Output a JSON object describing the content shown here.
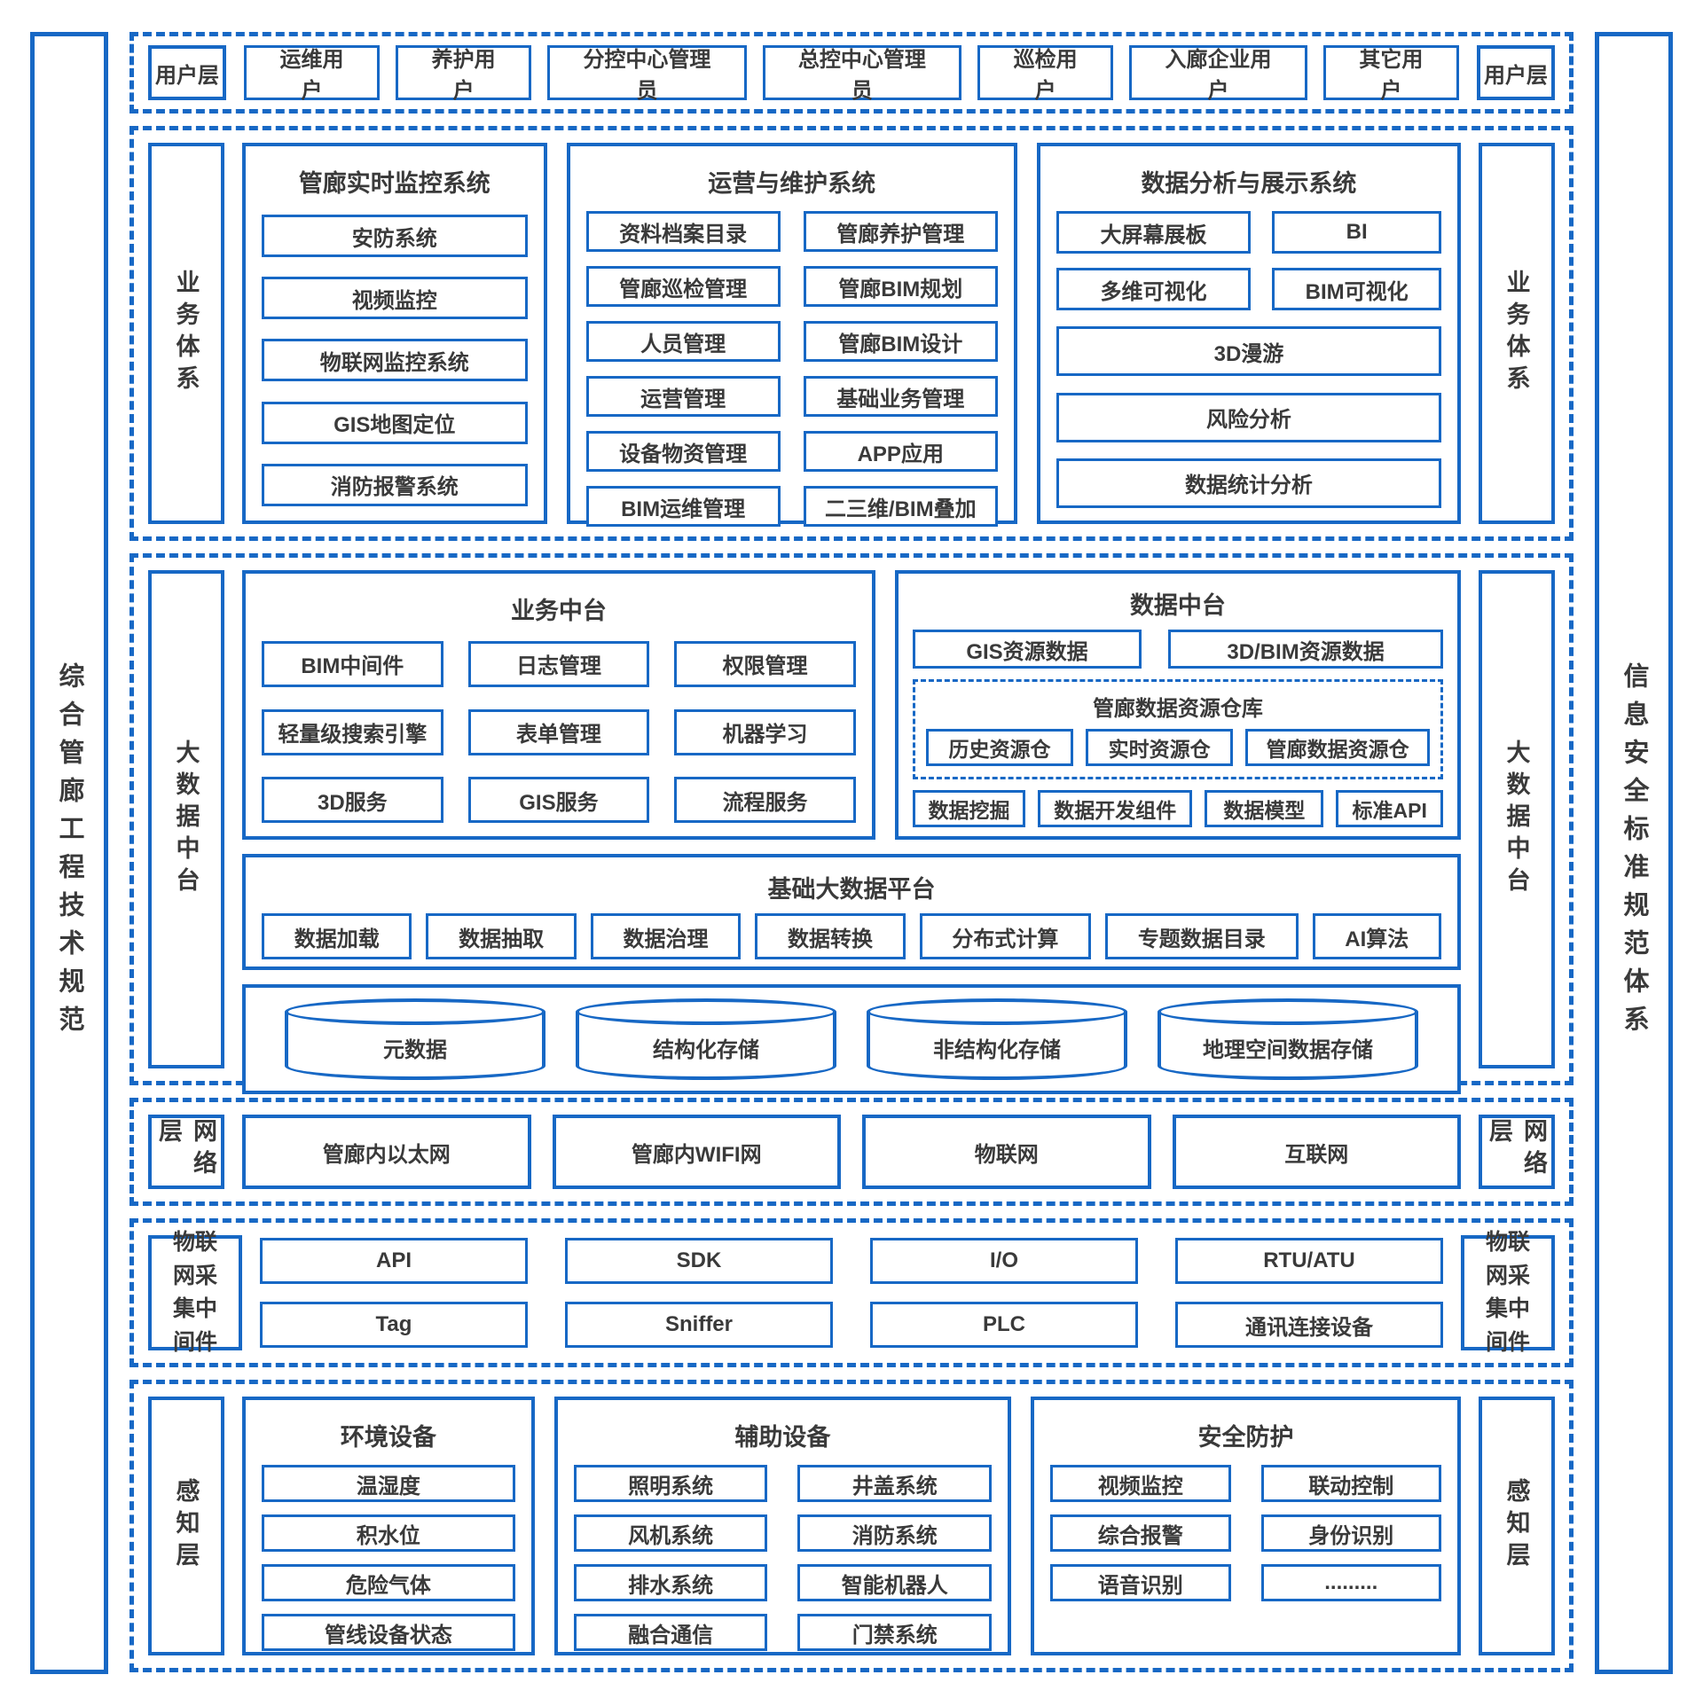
{
  "colors": {
    "accent": "#1768C5",
    "text": "#3A3A3A"
  },
  "left_side_label": "综合管廊工程技术规范",
  "right_side_label": "信息安全标准规范体系",
  "user_layer": {
    "left_label": "用户层",
    "right_label": "用户层",
    "users": [
      "运维用户",
      "养护用户",
      "分控中心管理员",
      "总控中心管理员",
      "巡检用户",
      "入廊企业用户",
      "其它用户"
    ]
  },
  "business_layer": {
    "left_label": "业务体系",
    "right_label": "业务体系",
    "monitoring": {
      "title": "管廊实时监控系统",
      "items": [
        "安防系统",
        "视频监控",
        "物联网监控系统",
        "GIS地图定位",
        "消防报警系统"
      ]
    },
    "operation": {
      "title": "运营与维护系统",
      "items": [
        "资料档案目录",
        "管廊养护管理",
        "管廊巡检管理",
        "管廊BIM规划",
        "人员管理",
        "管廊BIM设计",
        "运营管理",
        "基础业务管理",
        "设备物资管理",
        "APP应用",
        "BIM运维管理",
        "二三维/BIM叠加"
      ]
    },
    "analysis": {
      "title": "数据分析与展示系统",
      "top_items": [
        "大屏幕展板",
        "BI",
        "多维可视化",
        "BIM可视化"
      ],
      "wide_items": [
        "3D漫游",
        "风险分析",
        "数据统计分析"
      ]
    }
  },
  "bigdata_layer": {
    "left_label": "大数据中台",
    "right_label": "大数据中台",
    "business_mid": {
      "title": "业务中台",
      "items": [
        "BIM中间件",
        "日志管理",
        "权限管理",
        "轻量级搜索引擎",
        "表单管理",
        "机器学习",
        "3D服务",
        "GIS服务",
        "流程服务"
      ]
    },
    "data_mid": {
      "title": "数据中台",
      "top_items": [
        "GIS资源数据",
        "3D/BIM资源数据"
      ],
      "warehouse": {
        "title": "管廊数据资源仓库",
        "items": [
          "历史资源仓",
          "实时资源仓",
          "管廊数据资源仓"
        ]
      },
      "bottom_items": [
        "数据挖掘",
        "数据开发组件",
        "数据模型",
        "标准API"
      ]
    },
    "platform": {
      "title": "基础大数据平台",
      "items": [
        "数据加载",
        "数据抽取",
        "数据治理",
        "数据转换",
        "分布式计算",
        "专题数据目录",
        "AI算法"
      ]
    },
    "storage": {
      "items": [
        "元数据",
        "结构化存储",
        "非结构化存储",
        "地理空间数据存储"
      ]
    }
  },
  "network_layer": {
    "left_label": "网络层",
    "right_label": "网络层",
    "items": [
      "管廊内以太网",
      "管廊内WIFI网",
      "物联网",
      "互联网"
    ]
  },
  "iot_layer": {
    "left_label": "物联网采集中间件",
    "right_label": "物联网采集中间件",
    "items": [
      "API",
      "SDK",
      "I/O",
      "RTU/ATU",
      "Tag",
      "Sniffer",
      "PLC",
      "通讯连接设备"
    ]
  },
  "perception_layer": {
    "left_label": "感知层",
    "right_label": "感知层",
    "environment": {
      "title": "环境设备",
      "items": [
        "温湿度",
        "积水位",
        "危险气体",
        "管线设备状态"
      ]
    },
    "auxiliary": {
      "title": "辅助设备",
      "items": [
        "照明系统",
        "井盖系统",
        "风机系统",
        "消防系统",
        "排水系统",
        "智能机器人",
        "融合通信",
        "门禁系统"
      ]
    },
    "security": {
      "title": "安全防护",
      "items": [
        "视频监控",
        "联动控制",
        "综合报警",
        "身份识别",
        "语音识别",
        "........."
      ]
    }
  }
}
